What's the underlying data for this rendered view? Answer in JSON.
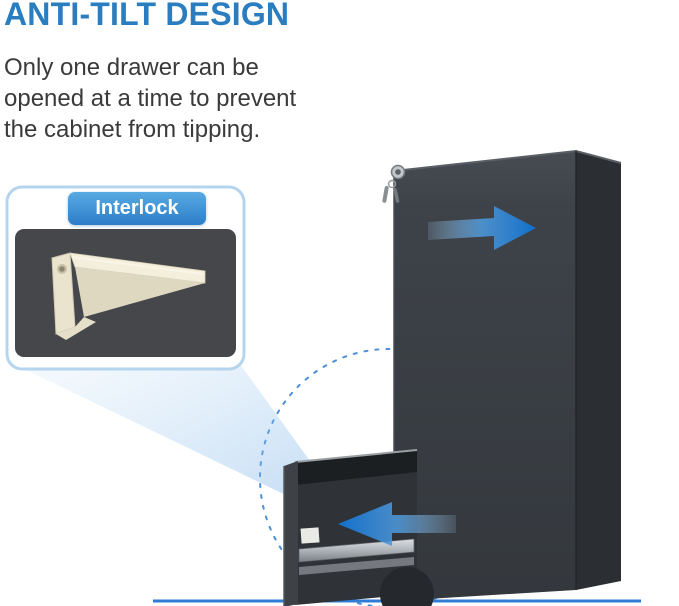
{
  "header": {
    "title": "ANTI-TILT DESIGN",
    "lines": [
      "Only one drawer can be",
      "opened at a time to prevent",
      "the cabinet from tipping."
    ]
  },
  "callout": {
    "label": "Interlock"
  },
  "icons": {
    "lock": "lock-icon",
    "keys": "keys-icon",
    "arrow_right": "arrow-right-icon",
    "arrow_left": "arrow-left-icon",
    "dashed_circle": "anti-tilt-radius-circle"
  },
  "colors": {
    "title_blue": "#2A7DBF",
    "tab_blue_top": "#58AAE3",
    "tab_blue_bottom": "#2C7DC8",
    "arrow_blue": "#116FCB",
    "dashed_circle_blue": "#4A8FD8",
    "ground_line_blue": "#2F7CD6",
    "cabinet_front_gray": "#3C4147",
    "cabinet_side_gray": "#2B2E32",
    "callout_panel_gray": "#45474B",
    "part_ivory": "#EFE8D3",
    "text_dark": "#3A3A3A"
  }
}
